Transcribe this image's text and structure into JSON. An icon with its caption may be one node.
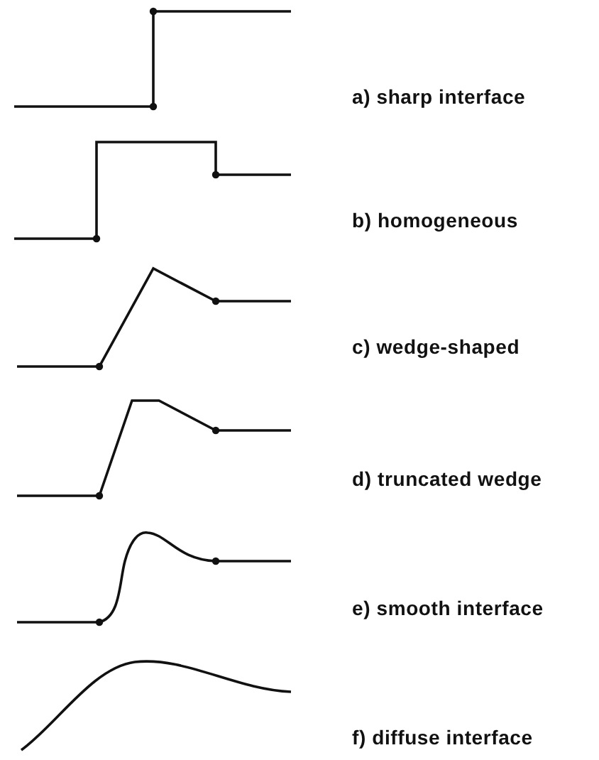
{
  "diagram": {
    "labels": [
      "a) sharp interface",
      "b) homogeneous",
      "c) wedge-shaped",
      "d) truncated wedge",
      "e) smooth interface",
      "f) diffuse interface"
    ]
  }
}
